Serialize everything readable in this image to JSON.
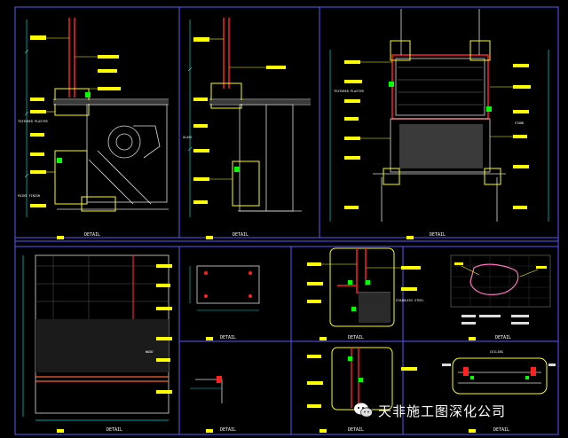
{
  "colors": {
    "background": "#000000",
    "frame": "#5a5aff",
    "callout": "#ffff00",
    "section_red": "#ff2020",
    "detail_green": "#00ff00",
    "dimension_cyan": "#00d8d8",
    "white": "#ffffff"
  },
  "panels": [
    {
      "id": "p1",
      "title_label": "DETAIL",
      "sub_label": "DETAIL"
    },
    {
      "id": "p2",
      "title_label": "DETAIL",
      "sub_label": "DETAIL"
    },
    {
      "id": "p3",
      "title_label": "DETAIL",
      "sub_label": "DETAIL"
    },
    {
      "id": "p4",
      "title_label": "DETAIL"
    },
    {
      "id": "p5",
      "title_label": "DETAIL"
    },
    {
      "id": "p6",
      "title_label": "DETAIL"
    },
    {
      "id": "p7",
      "title_label": "DETAIL"
    },
    {
      "id": "p8",
      "title_label": "DETAIL"
    }
  ],
  "callouts": {
    "textured_plaster": "TEXTURED PLASTER",
    "paint_finish": "PAINT FINISH",
    "glass": "GLASS",
    "stainless_steel": "STAINLESS STEEL",
    "wood": "WOOD",
    "stone": "STONE",
    "ceiling": "CEILING"
  },
  "watermark": {
    "icon": "wechat-icon",
    "text": "天非施工图深化公司"
  }
}
